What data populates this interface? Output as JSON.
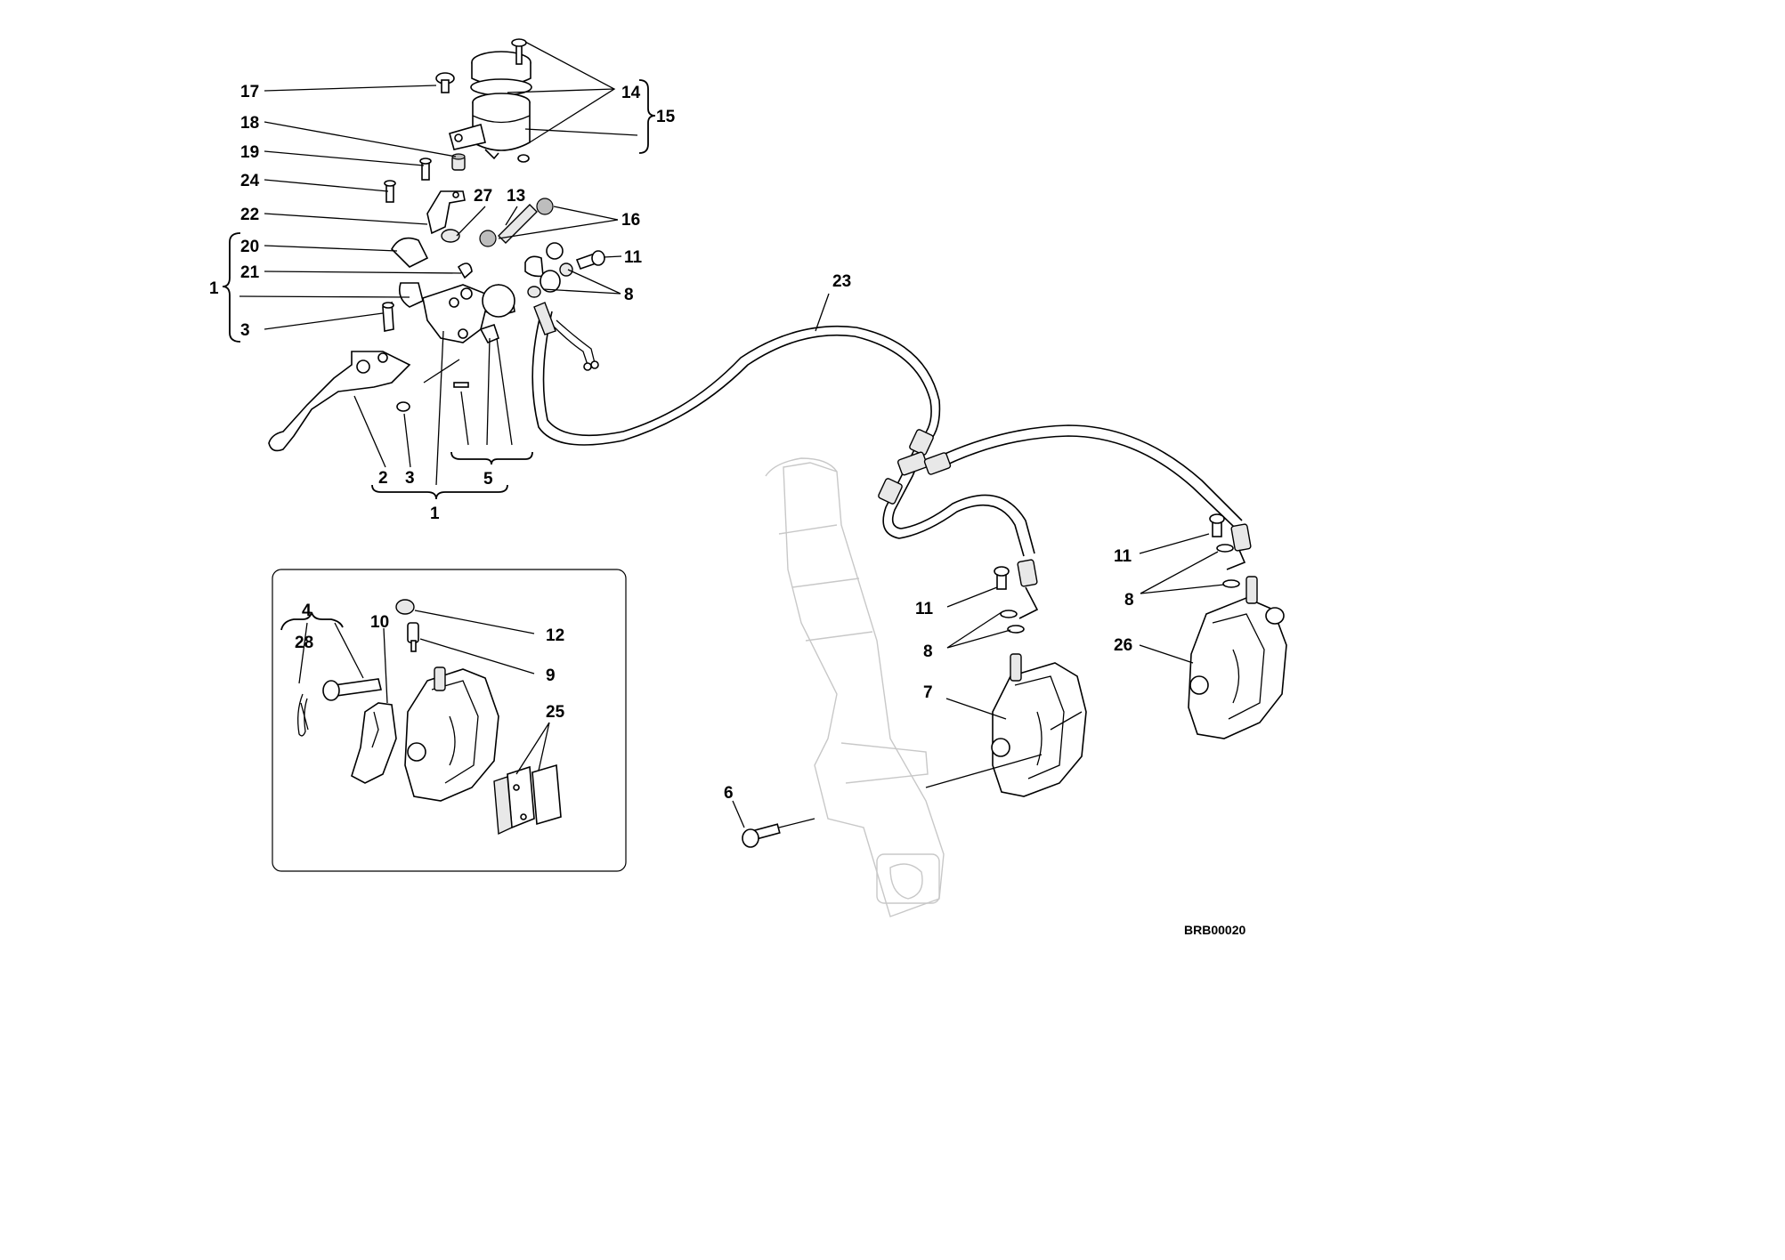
{
  "diagram": {
    "drawing_code": "BRB00020",
    "labels": {
      "l17": "17",
      "l18": "18",
      "l19": "19",
      "l24": "24",
      "l22": "22",
      "l20": "20",
      "l21": "21",
      "l1a": "1",
      "l3a": "3",
      "l2": "2",
      "l3b": "3",
      "l5": "5",
      "l1b": "1",
      "l14": "14",
      "l15": "15",
      "l27": "27",
      "l13": "13",
      "l16": "16",
      "l11a": "11",
      "l8a": "8",
      "l23": "23",
      "l4": "4",
      "l28": "28",
      "l10": "10",
      "l12": "12",
      "l9": "9",
      "l25": "25",
      "l6": "6",
      "l11b": "11",
      "l8b": "8",
      "l7": "7",
      "l11c": "11",
      "l8c": "8",
      "l26": "26"
    }
  }
}
